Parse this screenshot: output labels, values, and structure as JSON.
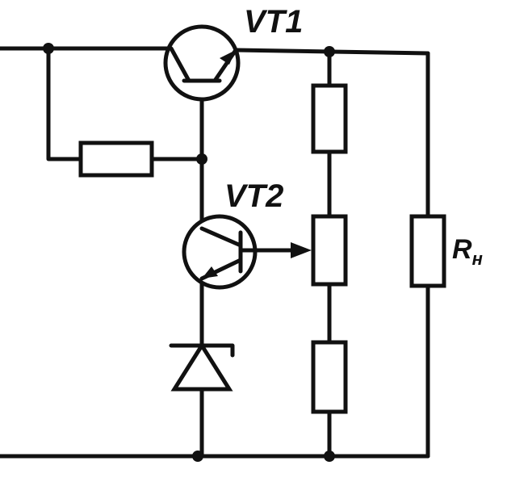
{
  "labels": {
    "vt1": "VT1",
    "vt2": "VT2",
    "rn_main": "R",
    "rn_sub": "н"
  },
  "colors": {
    "ink": "#111111",
    "paper": "#ffffff"
  }
}
